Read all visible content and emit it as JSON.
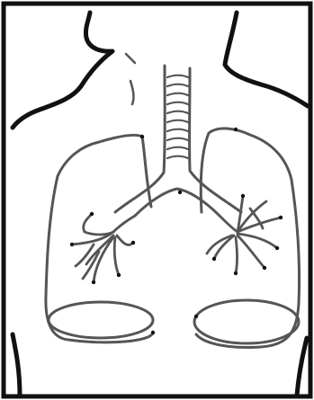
{
  "diagram": {
    "kind": "hand-drawn line illustration",
    "ink_color": "#1a1a1a",
    "line_color": "#555555",
    "background": "#ffffff",
    "dot_color": "#111111",
    "parts": [
      "outer-border",
      "torso-outline",
      "neck",
      "trachea",
      "left-lung",
      "right-lung",
      "left-bronchial-tree",
      "right-bronchial-tree",
      "diaphragm"
    ]
  }
}
